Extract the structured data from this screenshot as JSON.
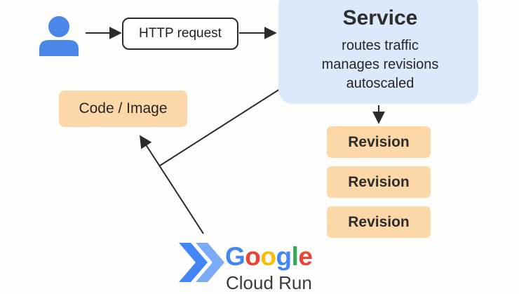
{
  "request": {
    "label": "HTTP request"
  },
  "service": {
    "title": "Service",
    "lines": [
      "routes traffic",
      "manages revisions",
      "autoscaled"
    ]
  },
  "source": {
    "label": "Code / Image"
  },
  "revisions": [
    "Revision",
    "Revision",
    "Revision"
  ],
  "branding": {
    "google_letters": [
      "G",
      "o",
      "o",
      "g",
      "l",
      "e"
    ],
    "google_colors": [
      "#4285F4",
      "#EA4335",
      "#FBBC05",
      "#4285F4",
      "#34A853",
      "#EA4335"
    ],
    "product": "Cloud Run",
    "logo_icon": "cloud-run-chevron-icon"
  },
  "colors": {
    "user_icon": "#4a86e8",
    "service_fill": "#dbe9fb",
    "revision_fill": "#fcd8a8",
    "arrow": "#2b2b2b"
  }
}
